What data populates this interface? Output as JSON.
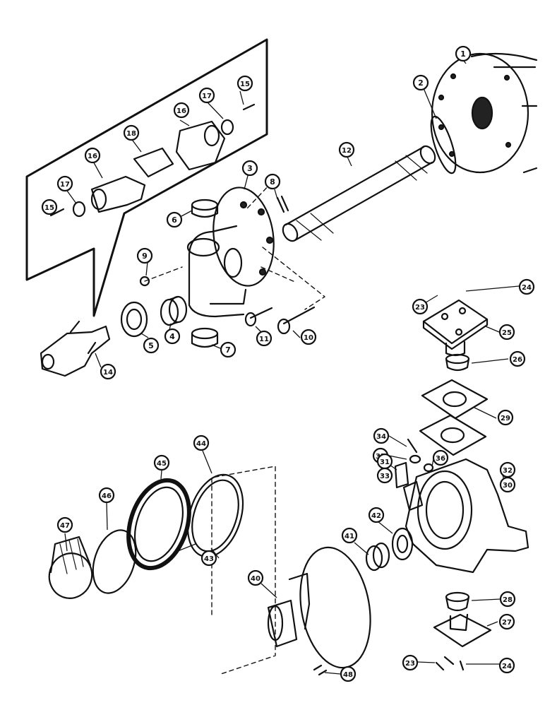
{
  "callouts": [
    {
      "id": "c1",
      "label": "1"
    },
    {
      "id": "c2",
      "label": "2"
    },
    {
      "id": "c3",
      "label": "3"
    },
    {
      "id": "c4",
      "label": "4"
    },
    {
      "id": "c5",
      "label": "5"
    },
    {
      "id": "c6",
      "label": "6"
    },
    {
      "id": "c7",
      "label": "7"
    },
    {
      "id": "c8",
      "label": "8"
    },
    {
      "id": "c9",
      "label": "9"
    },
    {
      "id": "c10",
      "label": "10"
    },
    {
      "id": "c11",
      "label": "11"
    },
    {
      "id": "c12",
      "label": "12"
    },
    {
      "id": "c14",
      "label": "14"
    },
    {
      "id": "c15a",
      "label": "15"
    },
    {
      "id": "c15b",
      "label": "15"
    },
    {
      "id": "c16a",
      "label": "16"
    },
    {
      "id": "c16b",
      "label": "16"
    },
    {
      "id": "c17a",
      "label": "17"
    },
    {
      "id": "c17b",
      "label": "17"
    },
    {
      "id": "c18",
      "label": "18"
    },
    {
      "id": "c23a",
      "label": "23"
    },
    {
      "id": "c23b",
      "label": "23"
    },
    {
      "id": "c24a",
      "label": "24"
    },
    {
      "id": "c24b",
      "label": "24"
    },
    {
      "id": "c25",
      "label": "25"
    },
    {
      "id": "c26",
      "label": "26"
    },
    {
      "id": "c27",
      "label": "27"
    },
    {
      "id": "c28",
      "label": "28"
    },
    {
      "id": "c29",
      "label": "29"
    },
    {
      "id": "c30",
      "label": "30"
    },
    {
      "id": "c31",
      "label": "31"
    },
    {
      "id": "c32",
      "label": "32"
    },
    {
      "id": "c33",
      "label": "33"
    },
    {
      "id": "c34",
      "label": "34"
    },
    {
      "id": "c35",
      "label": "35"
    },
    {
      "id": "c36",
      "label": "36"
    },
    {
      "id": "c40",
      "label": "40"
    },
    {
      "id": "c41",
      "label": "41"
    },
    {
      "id": "c42",
      "label": "42"
    },
    {
      "id": "c43",
      "label": "43"
    },
    {
      "id": "c44",
      "label": "44"
    },
    {
      "id": "c45",
      "label": "45"
    },
    {
      "id": "c46",
      "label": "46"
    },
    {
      "id": "c47",
      "label": "47"
    },
    {
      "id": "c48",
      "label": "48"
    }
  ],
  "plain_labels": [
    {
      "id": "p32",
      "label": "32"
    },
    {
      "id": "p30",
      "label": "30"
    },
    {
      "id": "p31",
      "label": "31"
    },
    {
      "id": "p33",
      "label": "33"
    }
  ]
}
